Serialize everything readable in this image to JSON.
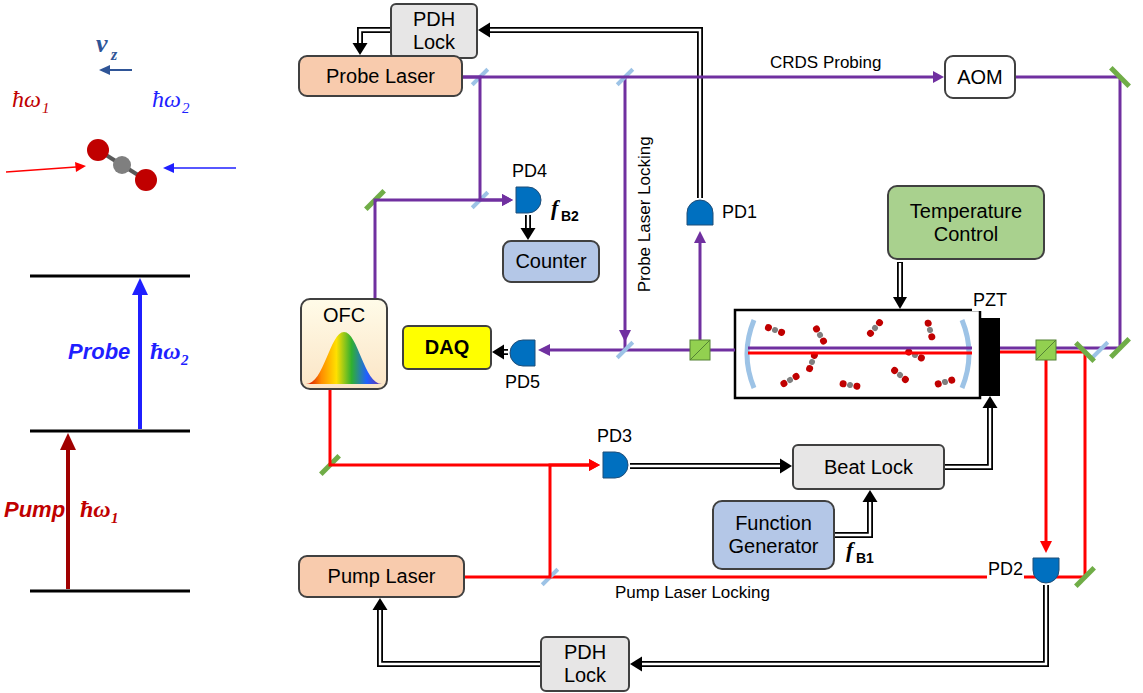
{
  "diagram": {
    "nodes": [
      {
        "text": [
          "PDH Lock"
        ]
      },
      {
        "text": [
          "Probe Laser"
        ]
      },
      {
        "text": [
          "AOM"
        ]
      },
      {
        "text": [
          "PD4"
        ]
      },
      {
        "text": [
          "PD1"
        ]
      },
      {
        "text": [
          "Counter"
        ]
      },
      {
        "text": [
          "Temperature Control"
        ]
      },
      {
        "text": [
          "OFC"
        ]
      },
      {
        "text": [
          "DAQ"
        ]
      },
      {
        "text": [
          "PD5"
        ]
      },
      {
        "text": [
          "PZT"
        ]
      },
      {
        "text": [
          "PD3"
        ]
      },
      {
        "text": [
          "Beat Lock"
        ]
      },
      {
        "text": [
          "Function Generator"
        ]
      },
      {
        "text": [
          "PD2"
        ]
      },
      {
        "text": [
          "Pump Laser"
        ]
      },
      {
        "text": [
          "PDH Lock"
        ]
      }
    ],
    "edges": [
      {
        "from": 4,
        "to": 0,
        "arrow": "to"
      },
      {
        "from": 0,
        "to": 1,
        "arrow": "to"
      },
      {
        "from": 1,
        "to": 2,
        "label": "CRDS Probing",
        "arrow": "to"
      },
      {
        "from": 1,
        "to": 3,
        "arrow": "to"
      },
      {
        "from": 7,
        "to": 3,
        "arrow": "to"
      },
      {
        "from": 3,
        "to": 5,
        "arrow": "to"
      },
      {
        "from": 7,
        "to": 11,
        "arrow": "to"
      },
      {
        "from": 15,
        "to": 11,
        "arrow": "to"
      },
      {
        "from": 11,
        "to": 12,
        "arrow": "to"
      },
      {
        "from": 13,
        "to": 12,
        "arrow": "to"
      },
      {
        "from": 12,
        "to": 10,
        "arrow": "to"
      },
      {
        "from": 9,
        "to": 8,
        "arrow": "to"
      },
      {
        "from": 14,
        "to": 16,
        "arrow": "to"
      },
      {
        "from": 16,
        "to": 15,
        "arrow": "to"
      }
    ],
    "labels": [
      "v",
      "z",
      "ħω",
      "1",
      "ħω",
      "2",
      "Pump",
      "ħω",
      "1",
      "Probe",
      "ħω",
      "2",
      "f",
      "B2",
      "f",
      "B1",
      "Probe Laser Locking",
      "Pump Laser Locking"
    ]
  }
}
